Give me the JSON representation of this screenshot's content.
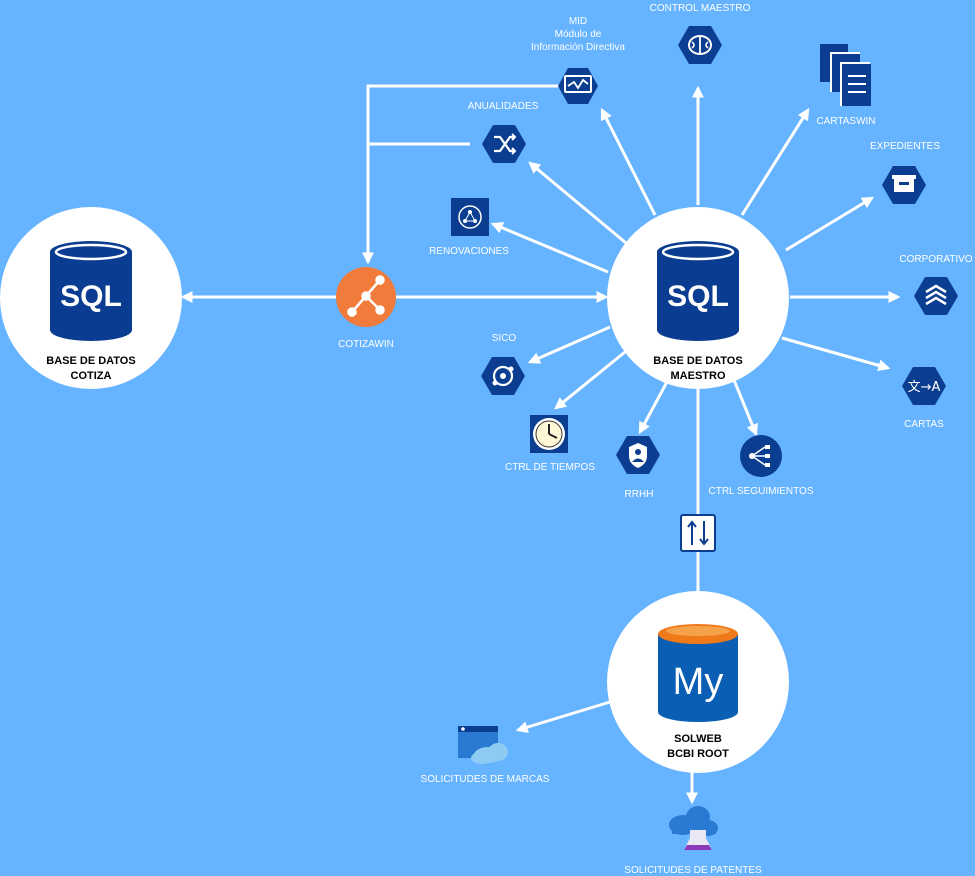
{
  "colors": {
    "background": "#66b3ff",
    "node_fill": "#ffffff",
    "db_blue": "#0a3d91",
    "icon_blue": "#0b3d91",
    "mysql_blue": "#0a5fb5",
    "mysql_orange": "#f07a1a",
    "cotizawin_orange": "#f07b3b",
    "edge": "#ffffff"
  },
  "databases": {
    "cotiza": {
      "badge": "SQL",
      "label_line1": "BASE DE DATOS",
      "label_line2": "COTIZA"
    },
    "maestro": {
      "badge": "SQL",
      "label_line1": "BASE DE DATOS",
      "label_line2": "MAESTRO"
    },
    "solweb": {
      "badge": "My",
      "label_line1": "SOLWEB",
      "label_line2": "BCBI ROOT"
    }
  },
  "nodes": {
    "cotizawin": {
      "label": "COTIZAWIN",
      "icon": "git-branch-icon"
    },
    "mid": {
      "label_line1": "MID",
      "label_line2": "Módulo de",
      "label_line3": "Información Directiva",
      "icon": "monitor-chart-icon"
    },
    "control_maestro": {
      "label": "CONTROL MAESTRO",
      "icon": "brain-icon"
    },
    "cartaswin": {
      "label": "CARTASWIN",
      "icon": "documents-icon"
    },
    "expedientes": {
      "label": "EXPEDIENTES",
      "icon": "inbox-tray-icon"
    },
    "corporativo": {
      "label": "CORPORATIVO",
      "icon": "layers-icon"
    },
    "cartas": {
      "label": "CARTAS",
      "icon": "translate-icon"
    },
    "anualidades": {
      "label": "ANUALIDADES",
      "icon": "shuffle-icon"
    },
    "renovaciones": {
      "label": "RENOVACIONES",
      "icon": "refresh-cycle-icon"
    },
    "sico": {
      "label": "SICO",
      "icon": "cycle-icon"
    },
    "ctrl_tiempos": {
      "label": "CTRL DE TIEMPOS",
      "icon": "clock-icon"
    },
    "rrhh": {
      "label": "RRHH",
      "icon": "user-shield-icon"
    },
    "ctrl_seguimientos": {
      "label": "CTRL SEGUIMIENTOS",
      "icon": "share-tree-icon"
    },
    "sync": {
      "icon": "sync-arrows-icon"
    },
    "solicitudes_marcas": {
      "label": "SOLICITUDES DE MARCAS",
      "icon": "web-cloud-icon"
    },
    "solicitudes_patentes": {
      "label": "SOLICITUDES DE PATENTES",
      "icon": "cloud-lab-icon"
    }
  }
}
